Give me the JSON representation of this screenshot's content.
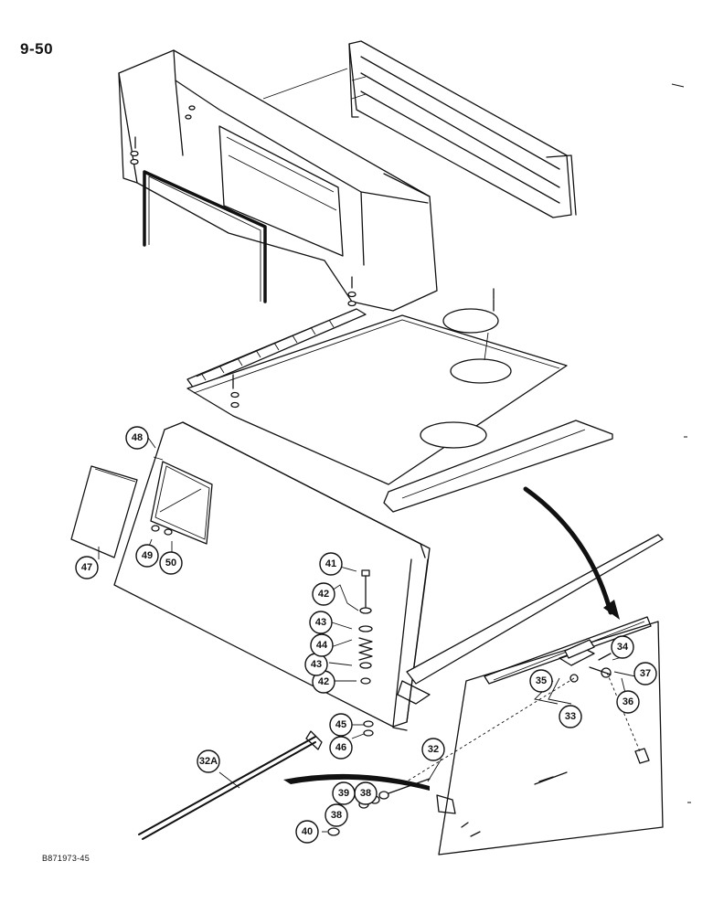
{
  "page": {
    "page_number": "9-50",
    "drawing_code": "B871973-45"
  },
  "callouts": [
    {
      "id": "c32a",
      "label": "32A"
    },
    {
      "id": "c32",
      "label": "32"
    },
    {
      "id": "c33",
      "label": "33"
    },
    {
      "id": "c34",
      "label": "34"
    },
    {
      "id": "c35",
      "label": "35"
    },
    {
      "id": "c36",
      "label": "36"
    },
    {
      "id": "c37",
      "label": "37"
    },
    {
      "id": "c38a",
      "label": "38"
    },
    {
      "id": "c38b",
      "label": "38"
    },
    {
      "id": "c39",
      "label": "39"
    },
    {
      "id": "c40",
      "label": "40"
    },
    {
      "id": "c41",
      "label": "41"
    },
    {
      "id": "c42a",
      "label": "42"
    },
    {
      "id": "c42b",
      "label": "42"
    },
    {
      "id": "c43a",
      "label": "43"
    },
    {
      "id": "c43b",
      "label": "43"
    },
    {
      "id": "c44",
      "label": "44"
    },
    {
      "id": "c45",
      "label": "45"
    },
    {
      "id": "c46",
      "label": "46"
    },
    {
      "id": "c47",
      "label": "47"
    },
    {
      "id": "c48",
      "label": "48"
    },
    {
      "id": "c49",
      "label": "49"
    },
    {
      "id": "c50",
      "label": "50"
    }
  ]
}
